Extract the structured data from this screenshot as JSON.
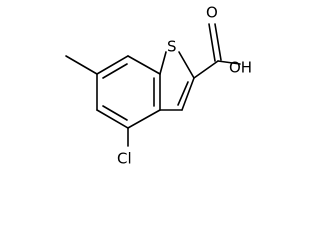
{
  "molecule": {
    "atoms": {
      "sulfur": "S",
      "hydroxyl": "OH",
      "carbonyl_oxygen": "O",
      "chlorine": "Cl"
    },
    "colors": {
      "bond": "#000000",
      "label": "#000000",
      "background": "#ffffff"
    }
  }
}
